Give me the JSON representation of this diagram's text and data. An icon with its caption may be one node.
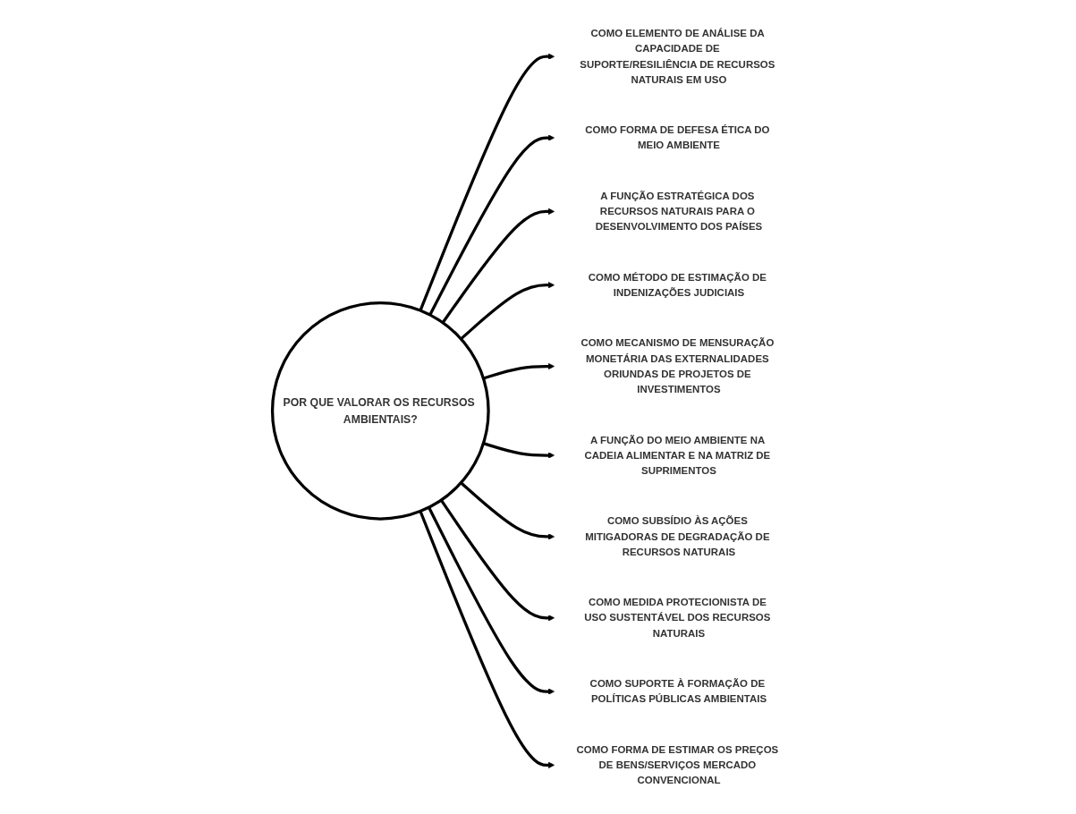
{
  "diagram": {
    "nodes": [
      {
        "text": [
          "POR QUE VALORAR OS RECURSOS AMBIENTAIS?"
        ]
      },
      {
        "text": [
          "COMO ELEMENTO DE ANÁLISE DA CAPACIDADE DE SUPORTE/RESILIÊNCIA DE RECURSOS NATURAIS EM USO"
        ]
      },
      {
        "text": [
          "COMO FORMA DE DEFESA ÉTICA DO MEIO AMBIENTE"
        ]
      },
      {
        "text": [
          "A FUNÇÃO ESTRATÉGICA DOS RECURSOS NATURAIS PARA O DESENVOLVIMENTO DOS PAÍSES"
        ]
      },
      {
        "text": [
          "COMO MÉTODO DE ESTIMAÇÃO DE INDENIZAÇÕES JUDICIAIS"
        ]
      },
      {
        "text": [
          "COMO MECANISMO DE MENSURAÇÃO MONETÁRIA DAS EXTERNALIDADES ORIUNDAS DE PROJETOS DE INVESTIMENTOS"
        ]
      },
      {
        "text": [
          "A FUNÇÃO DO MEIO AMBIENTE NA CADEIA ALIMENTAR E NA MATRIZ DE SUPRIMENTOS"
        ]
      },
      {
        "text": [
          "COMO SUBSÍDIO ÀS AÇÕES MITIGADORAS DE DEGRADAÇÃO DE RECURSOS NATURAIS"
        ]
      },
      {
        "text": [
          "COMO MEDIDA PROTECIONISTA DE USO SUSTENTÁVEL DOS RECURSOS NATURAIS"
        ]
      },
      {
        "text": [
          "COMO SUPORTE À FORMAÇÃO DE POLÍTICAS PÚBLICAS AMBIENTAIS"
        ]
      },
      {
        "text": [
          "COMO FORMA DE ESTIMAR OS PREÇOS DE BENS/SERVIÇOS MERCADO CONVENCIONAL"
        ]
      }
    ],
    "edges": [
      {
        "from": 0,
        "to": 1,
        "arrow": "to"
      },
      {
        "from": 0,
        "to": 2,
        "arrow": "to"
      },
      {
        "from": 0,
        "to": 3,
        "arrow": "to"
      },
      {
        "from": 0,
        "to": 4,
        "arrow": "to"
      },
      {
        "from": 0,
        "to": 5,
        "arrow": "to"
      },
      {
        "from": 0,
        "to": 6,
        "arrow": "to"
      },
      {
        "from": 0,
        "to": 7,
        "arrow": "to"
      },
      {
        "from": 0,
        "to": 8,
        "arrow": "to"
      },
      {
        "from": 0,
        "to": 9,
        "arrow": "to"
      },
      {
        "from": 0,
        "to": 10,
        "arrow": "to"
      }
    ]
  }
}
